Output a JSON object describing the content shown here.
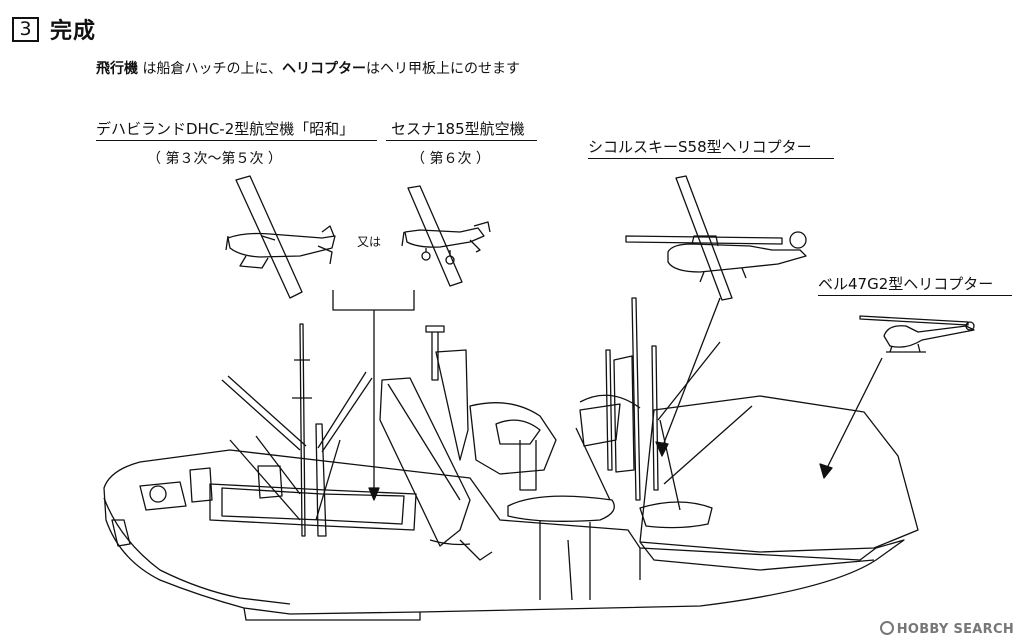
{
  "step": {
    "number": "3",
    "title": "完成"
  },
  "instruction": {
    "part1": "飛行機",
    "part2": " は船倉ハッチの上に、",
    "part3": "ヘリコプター",
    "part4": "はヘリ甲板上にのせます"
  },
  "labels": {
    "dhc2": "デハビランドDHC-2型航空機「昭和」",
    "dhc2_sub": "（ 第３次〜第５次 ）",
    "cessna": "セスナ185型航空機",
    "cessna_sub": "（ 第６次 ）",
    "s58": "シコルスキーS58型ヘリコプター",
    "bell": "ベル47G2型ヘリコプター",
    "or": "又は"
  },
  "watermark": {
    "text": "HOBBY SEARCH"
  }
}
